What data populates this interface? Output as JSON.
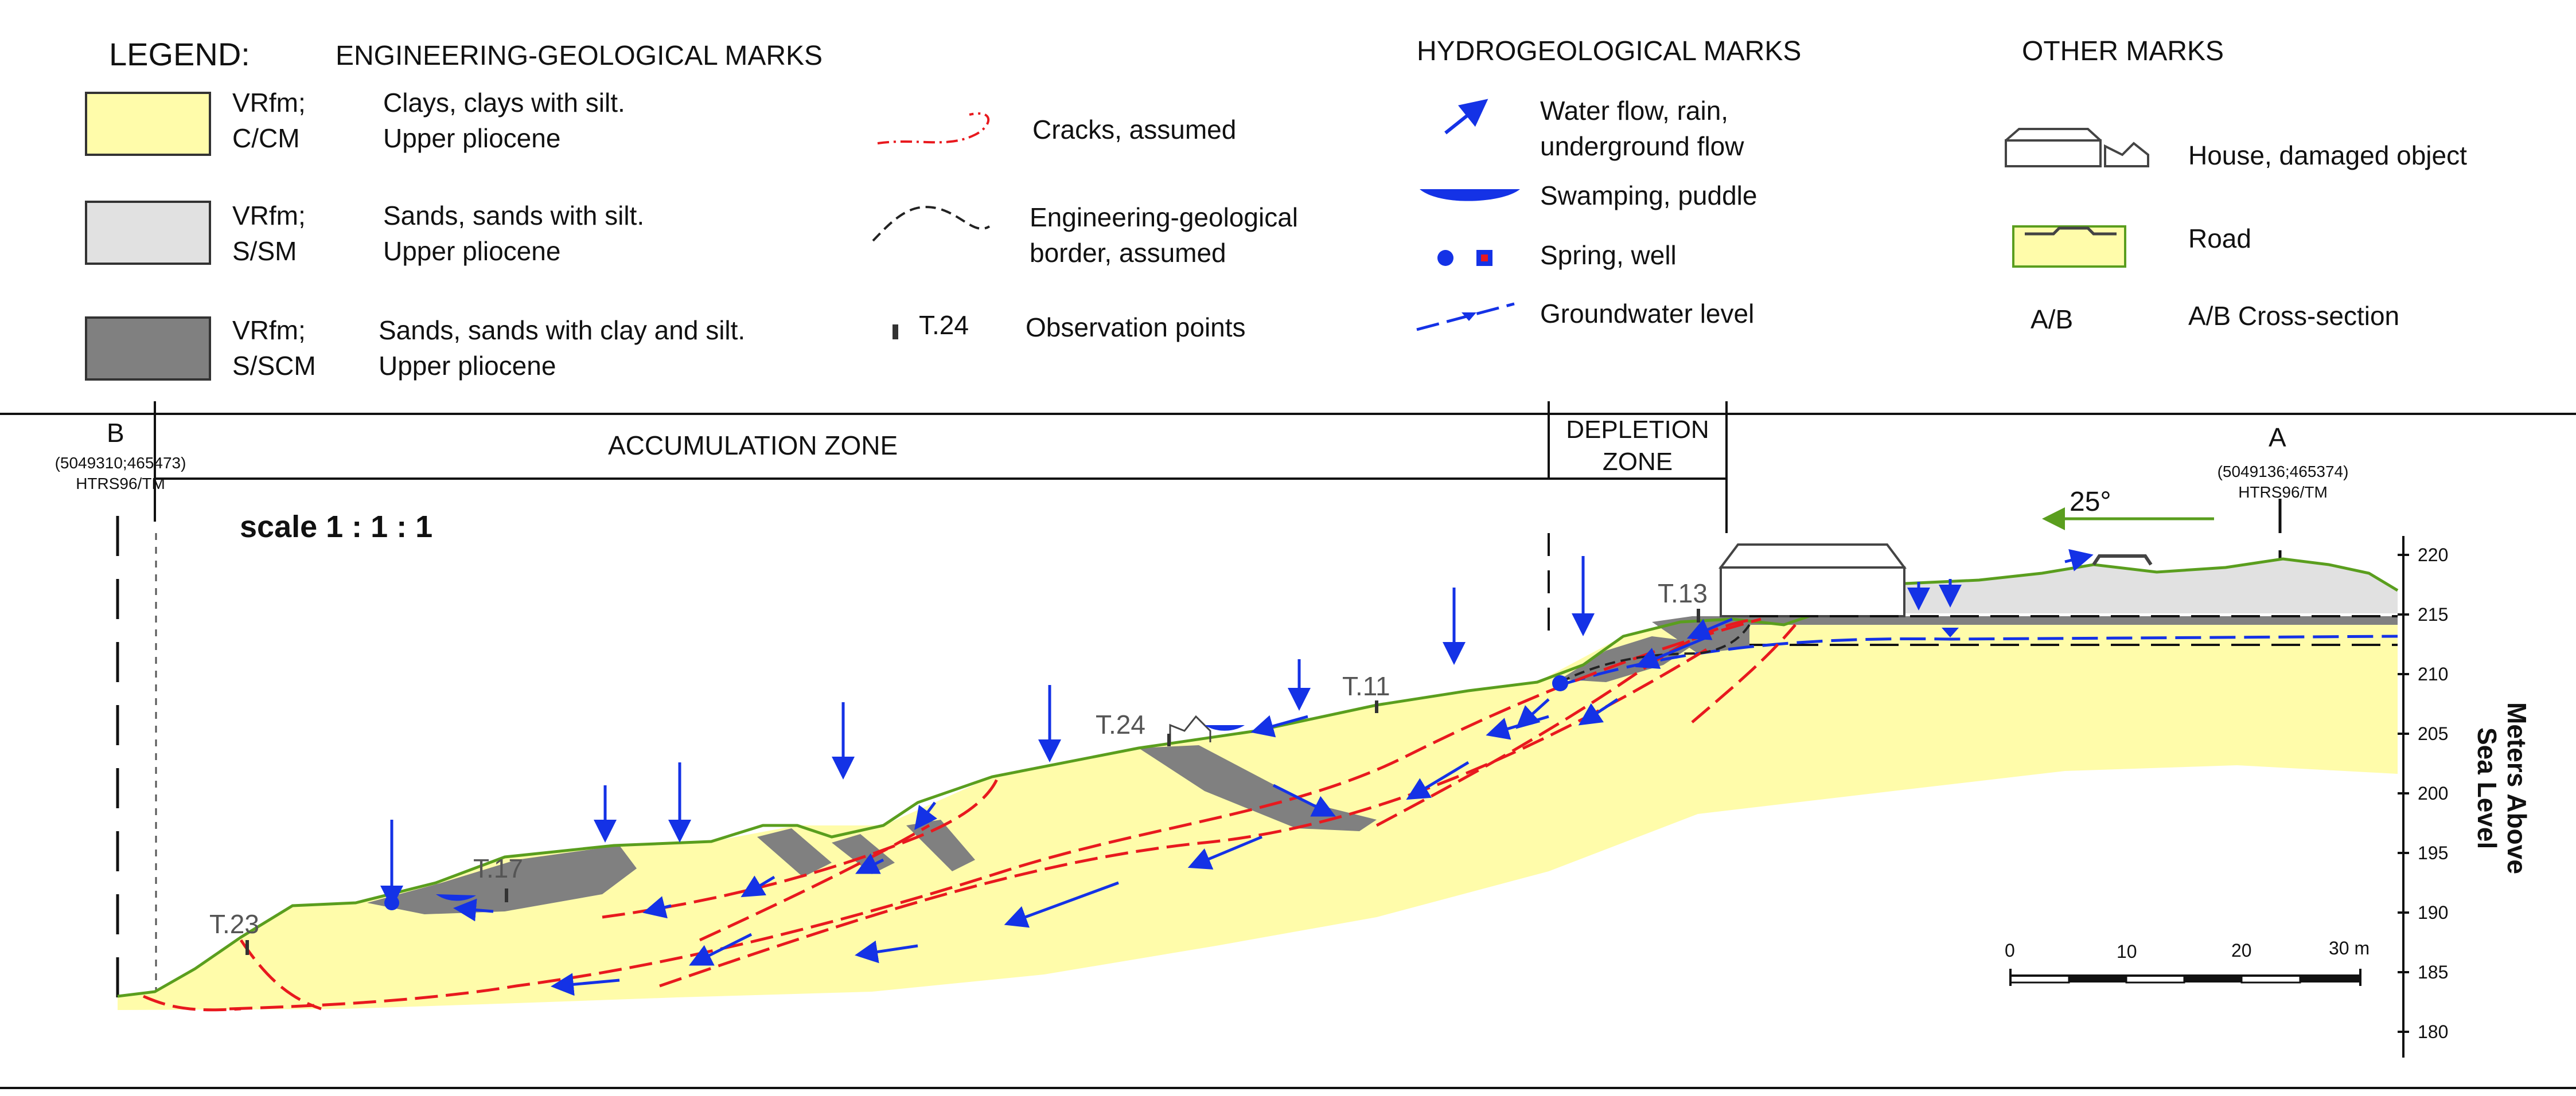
{
  "legend": {
    "title": "LEGEND:",
    "eng_geo_heading": "ENGINEERING-GEOLOGICAL MARKS",
    "hydro_heading": "HYDROGEOLOGICAL MARKS",
    "other_heading": "OTHER MARKS",
    "units": [
      {
        "code_line1": "VRfm;",
        "code_line2": "C/CM",
        "desc_line1": "Clays, clays with silt.",
        "desc_line2": "Upper pliocene",
        "color": "#FFFCAA"
      },
      {
        "code_line1": "VRfm;",
        "code_line2": "S/SM",
        "desc_line1": "Sands, sands with silt.",
        "desc_line2": "Upper pliocene",
        "color": "#E1E1E1"
      },
      {
        "code_line1": "VRfm;",
        "code_line2": "S/SCM",
        "desc_line1": "Sands, sands with clay and silt.",
        "desc_line2": "Upper pliocene",
        "color": "#808080"
      }
    ],
    "cracks": "Cracks, assumed",
    "border_line1": "Engineering-geological",
    "border_line2": "border, assumed",
    "obs_symbol": "T.24",
    "obs_label": "Observation points",
    "water_flow_line1": "Water flow, rain,",
    "water_flow_line2": "underground flow",
    "swamping": "Swamping, puddle",
    "spring": "Spring, well",
    "groundwater": "Groundwater level",
    "house": "House, damaged object",
    "road": "Road",
    "section_symbol": "A/B",
    "section_label": "A/B Cross-section",
    "colors": {
      "crack": "#E8191E",
      "water": "#1432E6",
      "road": "#5A9E1E",
      "outline": "#333333"
    }
  },
  "section": {
    "left_label": "B",
    "left_coords": "(5049310;465473)",
    "left_crs": "HTRS96/TM",
    "right_label": "A",
    "right_coords": "(5049136;465374)",
    "right_crs": "HTRS96/TM",
    "accumulation_zone": "ACCUMULATION ZONE",
    "depletion_zone_line1": "DEPLETION",
    "depletion_zone_line2": "ZONE",
    "scale": "scale  1 : 1 : 1",
    "slope": "25°",
    "points": [
      "T.23",
      "T.17",
      "T.24",
      "T.11",
      "T.13"
    ]
  },
  "elevation_axis": {
    "title_line1": "Meters Above",
    "title_line2": "Sea Level",
    "ticks": [
      "220",
      "215",
      "210",
      "205",
      "200",
      "195",
      "190",
      "185",
      "180"
    ]
  },
  "scale_bar": {
    "labels": [
      "0",
      "10",
      "20",
      "30 m"
    ]
  }
}
